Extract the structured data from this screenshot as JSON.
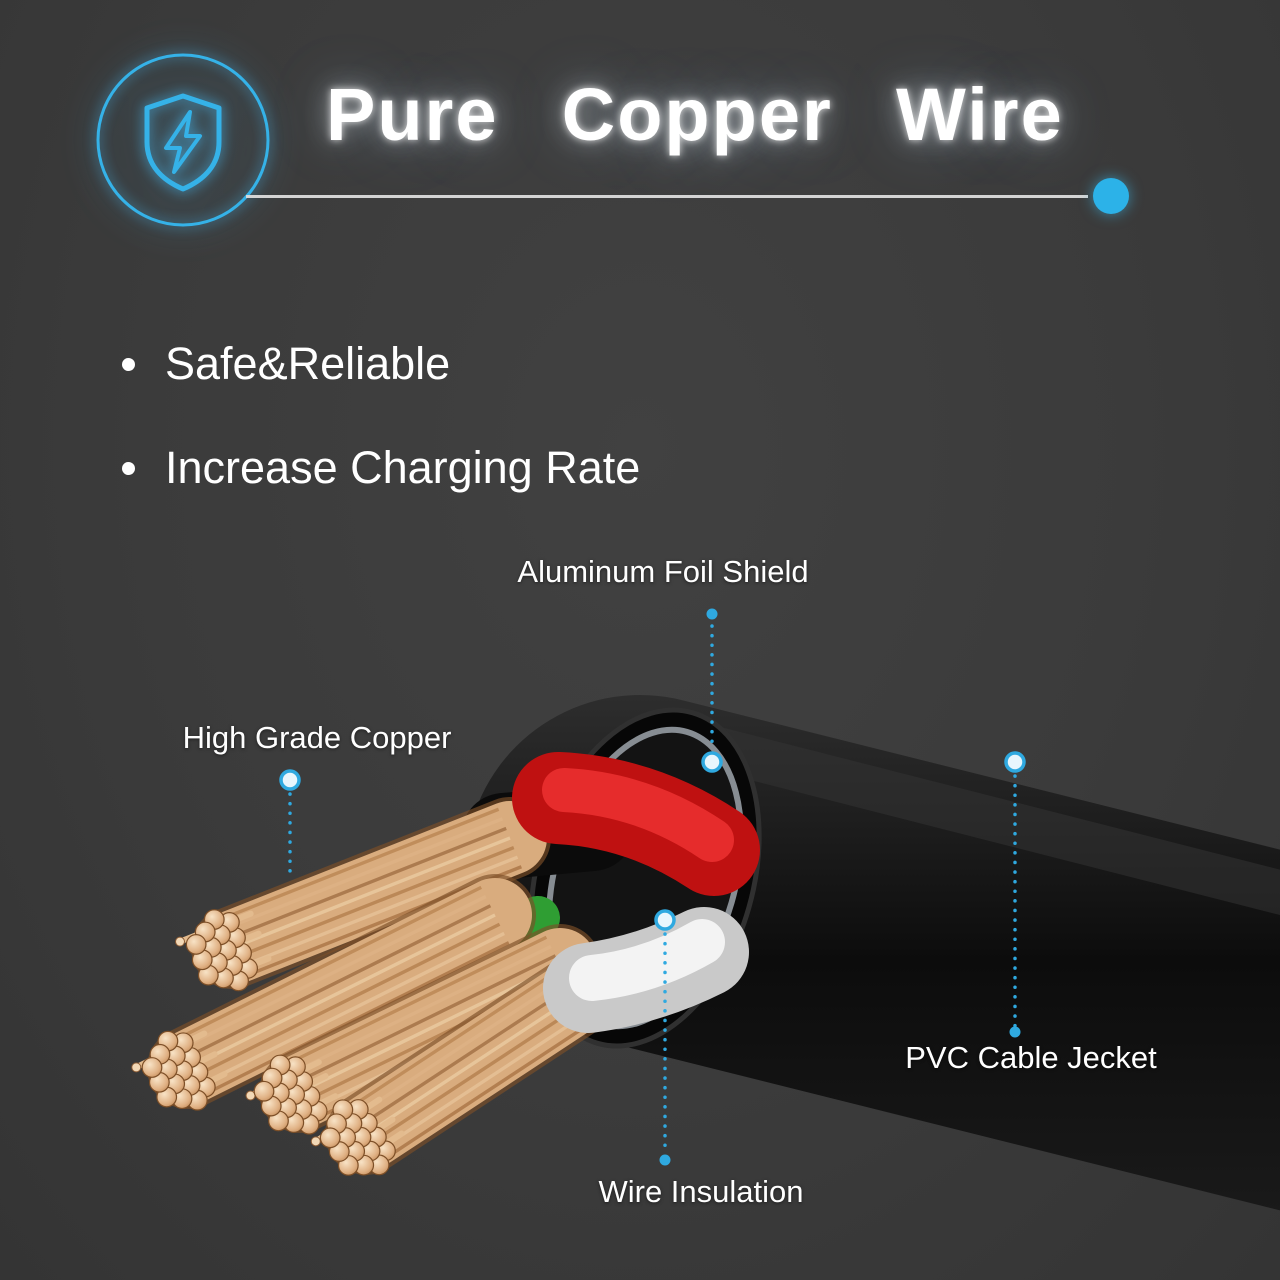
{
  "theme": {
    "background": "#3b3b3b",
    "accent": "#2fa9e0",
    "text_color": "#ffffff"
  },
  "header": {
    "title": "Pure Copper Wire",
    "icon": "shield-lightning"
  },
  "features": [
    {
      "text": "Safe&Reliable"
    },
    {
      "text": "Increase Charging Rate"
    }
  ],
  "callouts": [
    {
      "id": "aluminum-foil-shield",
      "label": "Aluminum Foil Shield"
    },
    {
      "id": "high-grade-copper",
      "label": "High Grade Copper"
    },
    {
      "id": "pvc-cable-jacket",
      "label": "PVC Cable Jecket"
    },
    {
      "id": "wire-insulation",
      "label": "Wire Insulation"
    }
  ]
}
